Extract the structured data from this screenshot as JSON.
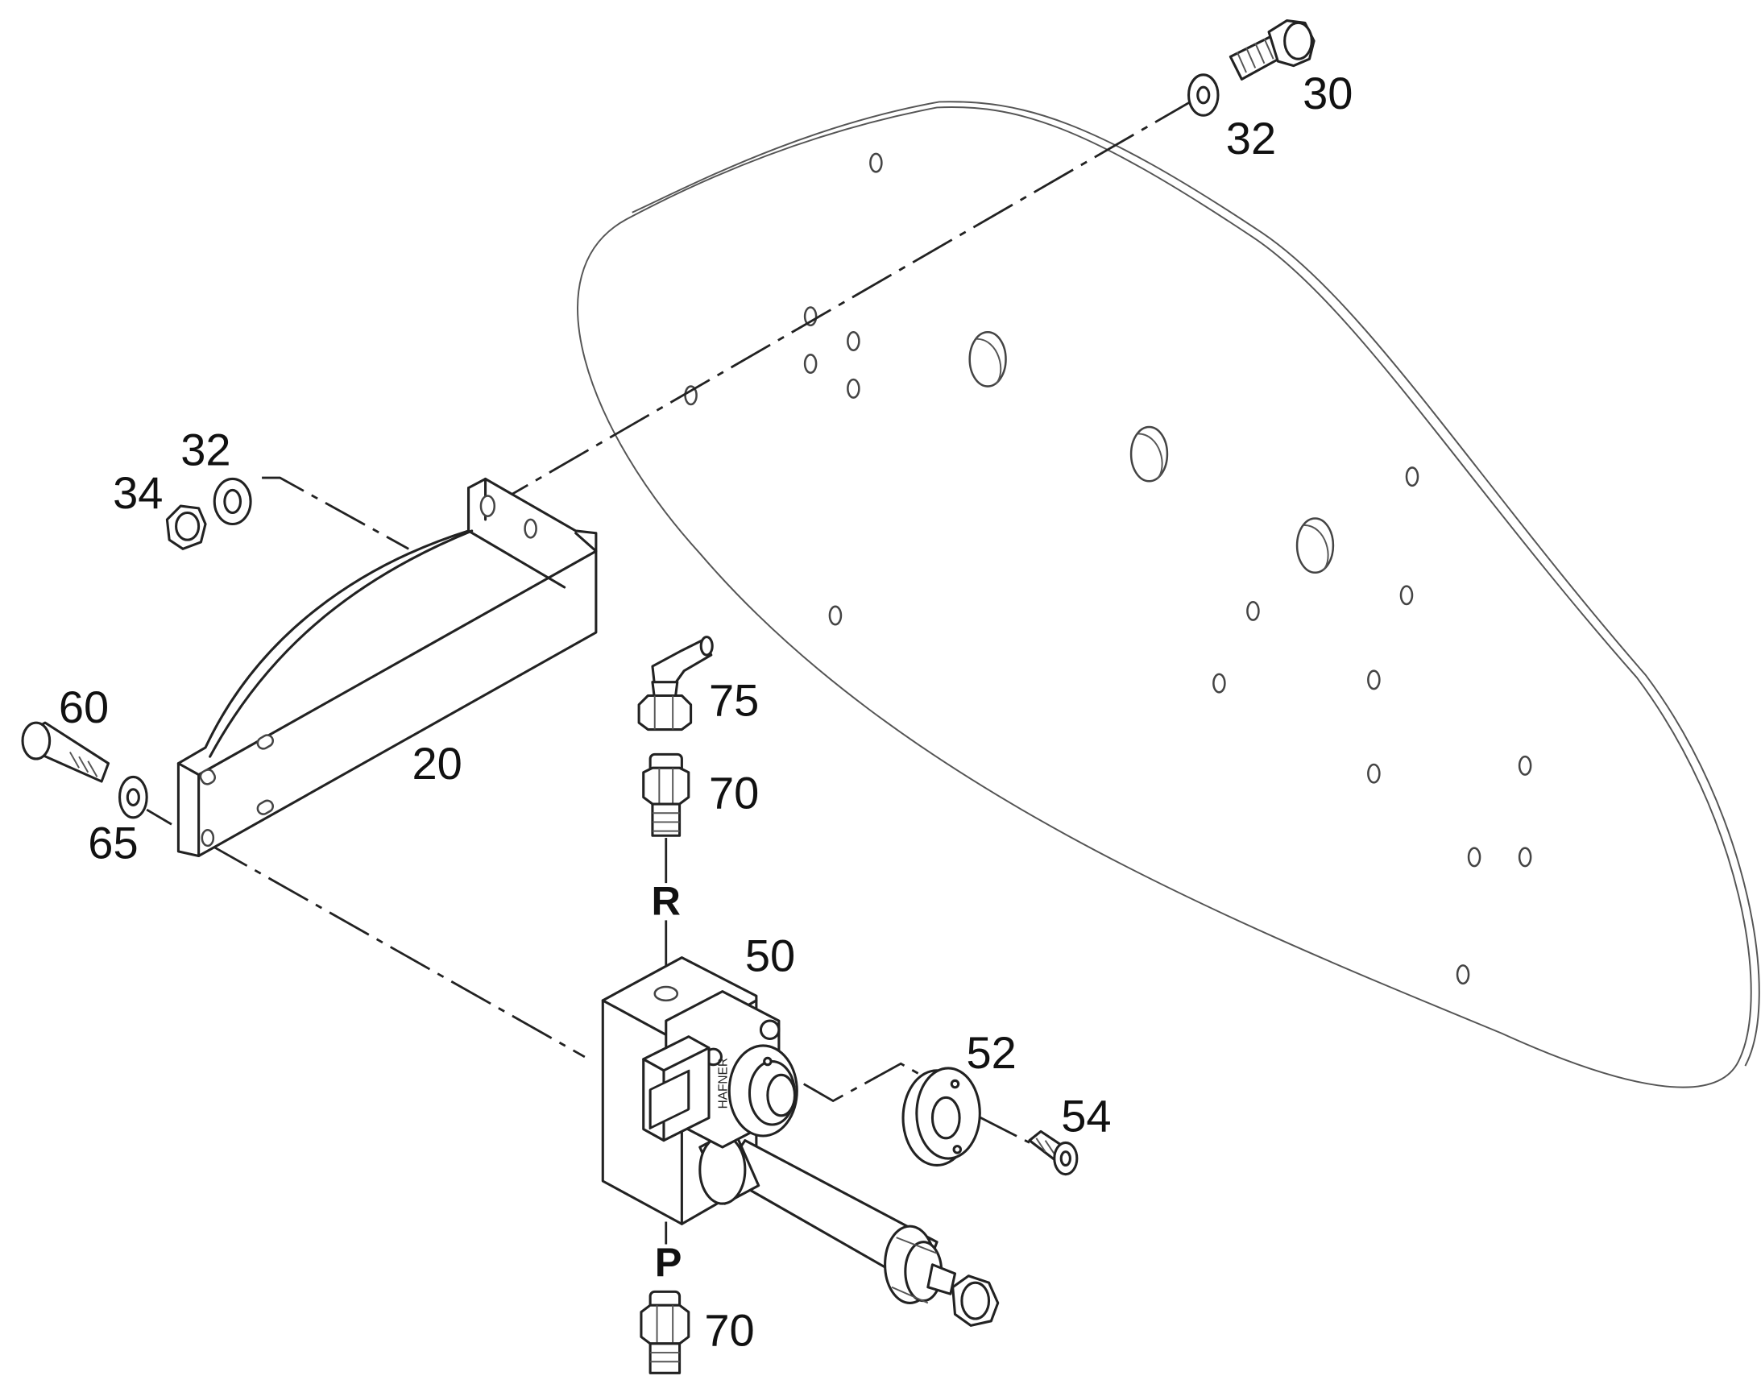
{
  "diagram": {
    "part_labels": {
      "p20": "20",
      "p30": "30",
      "p32_top": "32",
      "p32_left": "32",
      "p34": "34",
      "p50": "50",
      "p52": "52",
      "p54": "54",
      "p60": "60",
      "p65": "65",
      "p70_top": "70",
      "p70_bottom": "70",
      "p75": "75"
    },
    "port_labels": {
      "r": "R",
      "p": "P"
    },
    "valve_marking": "HAFNER"
  }
}
